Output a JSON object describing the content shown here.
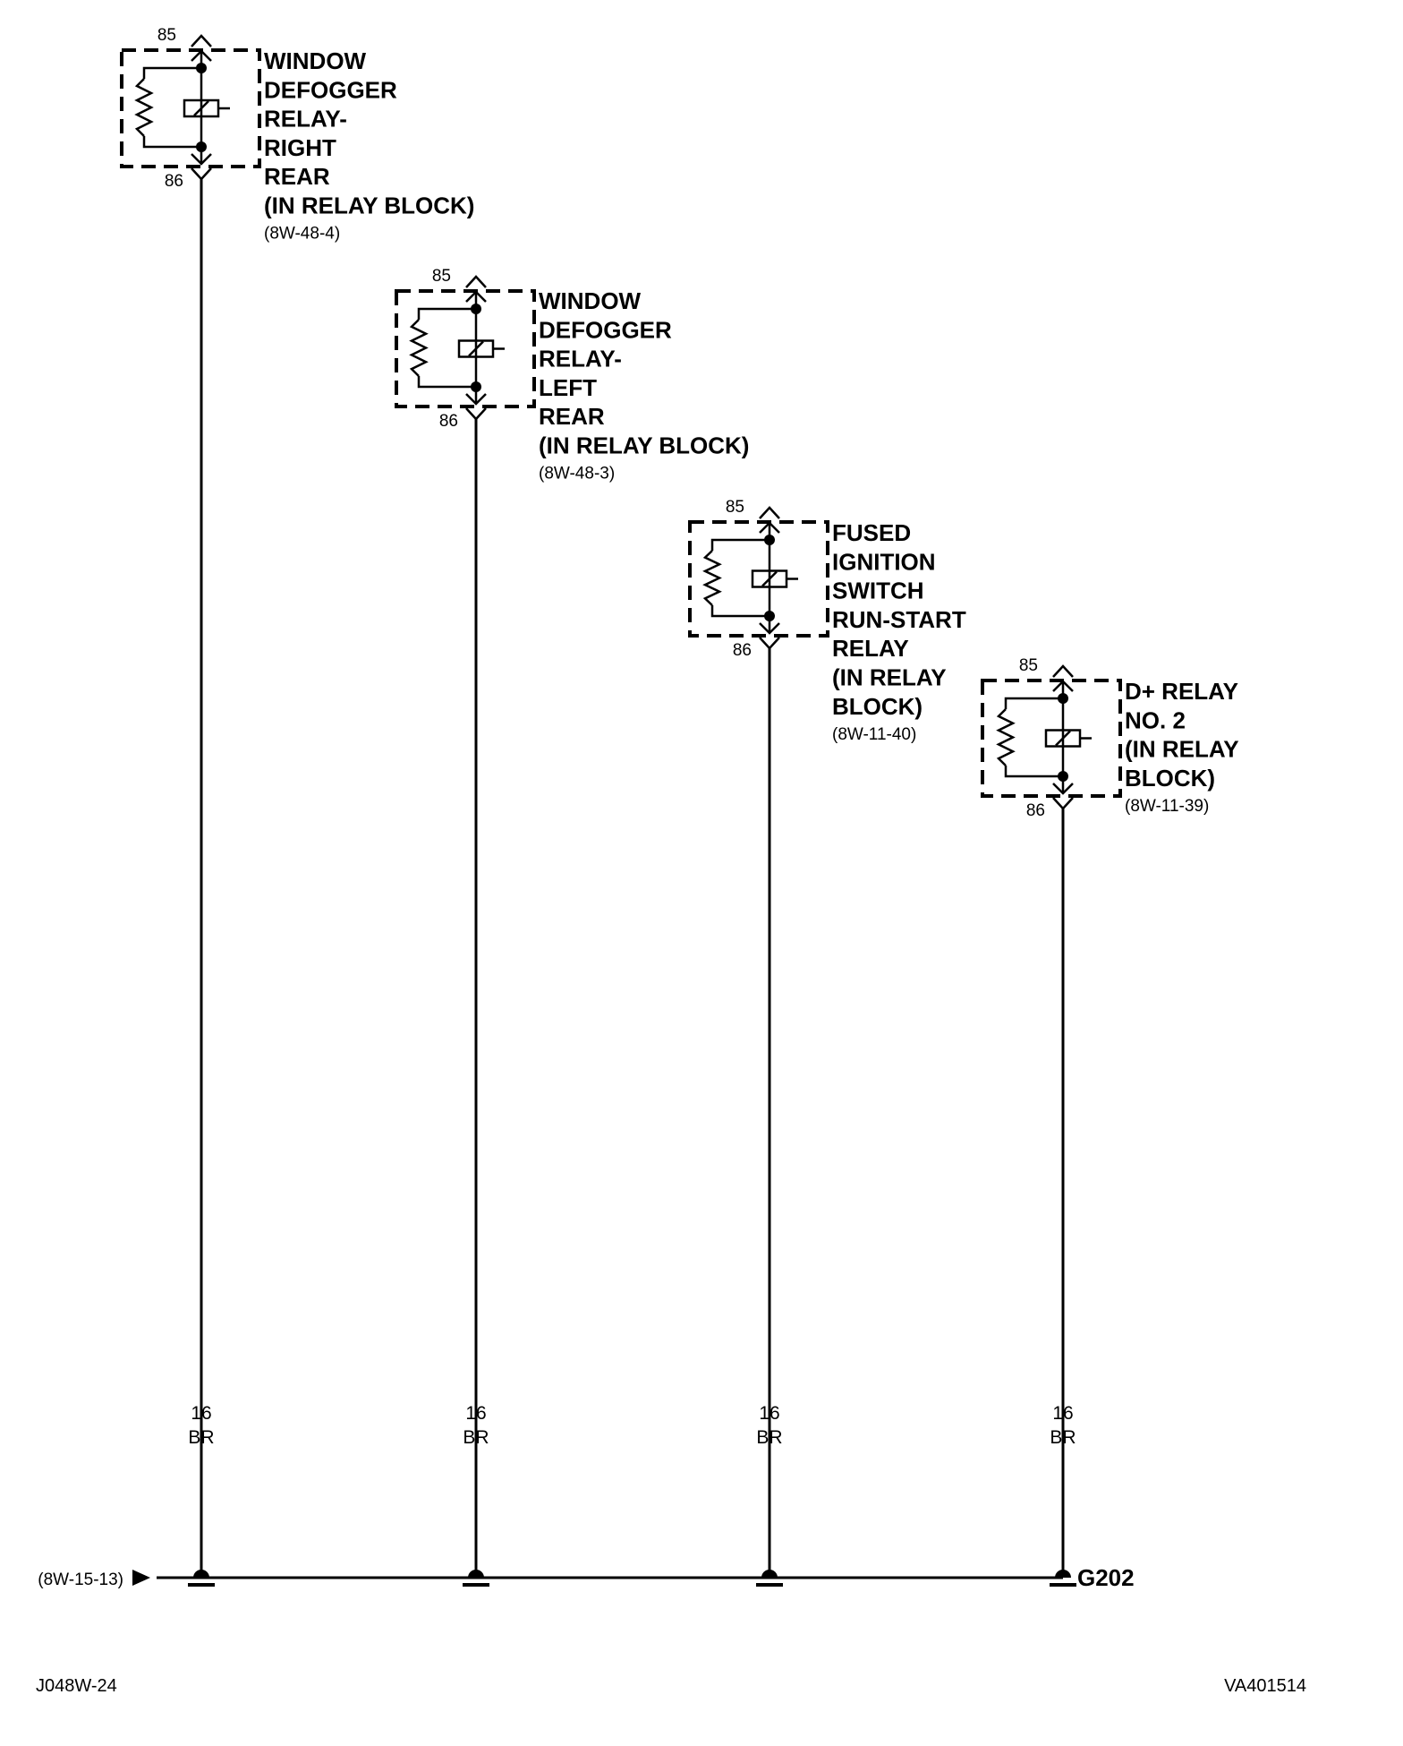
{
  "relays": [
    {
      "name_lines": [
        "WINDOW",
        "DEFOGGER",
        "RELAY-",
        "RIGHT",
        "REAR",
        "(IN RELAY BLOCK)"
      ],
      "ref": "(8W-48-4)",
      "pin_top": "85",
      "pin_bottom": "86",
      "wire_gauge": "16",
      "wire_color": "BR"
    },
    {
      "name_lines": [
        "WINDOW",
        "DEFOGGER",
        "RELAY-",
        "LEFT",
        "REAR",
        "(IN RELAY BLOCK)"
      ],
      "ref": "(8W-48-3)",
      "pin_top": "85",
      "pin_bottom": "86",
      "wire_gauge": "16",
      "wire_color": "BR"
    },
    {
      "name_lines": [
        "FUSED",
        "IGNITION",
        "SWITCH",
        "RUN-START",
        "RELAY",
        "(IN RELAY",
        "BLOCK)"
      ],
      "ref": "(8W-11-40)",
      "pin_top": "85",
      "pin_bottom": "86",
      "wire_gauge": "16",
      "wire_color": "BR"
    },
    {
      "name_lines": [
        "D+ RELAY",
        "NO. 2",
        "(IN RELAY",
        "BLOCK)"
      ],
      "ref": "(8W-11-39)",
      "pin_top": "85",
      "pin_bottom": "86",
      "wire_gauge": "16",
      "wire_color": "BR"
    }
  ],
  "ground": {
    "in_ref": "(8W-15-13)",
    "label": "G202"
  },
  "footer": {
    "left": "J048W-24",
    "right": "VA401514"
  }
}
